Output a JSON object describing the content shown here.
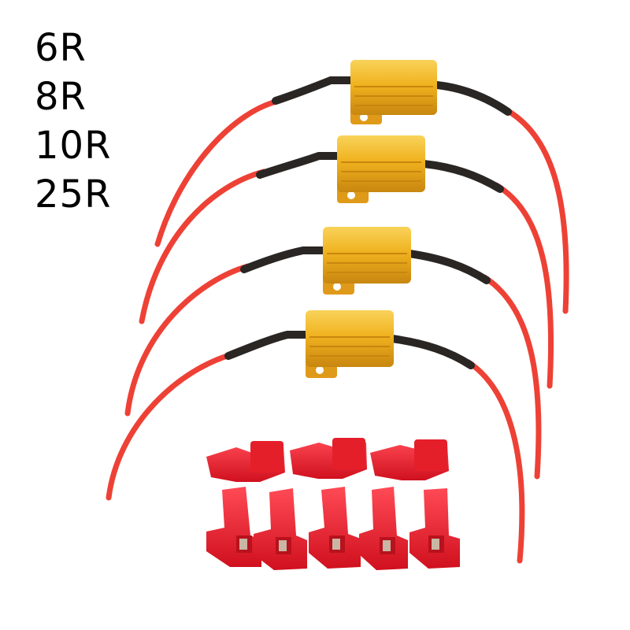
{
  "resistance_values": [
    "6R",
    "8R",
    "10R",
    "25R"
  ],
  "colors": {
    "wire": "#ee4136",
    "heatshrink": "#2a2624",
    "resistor_body": "#f0b21f",
    "resistor_shadow": "#c8860f",
    "connector": "#e51f2a",
    "background": "#ffffff"
  }
}
